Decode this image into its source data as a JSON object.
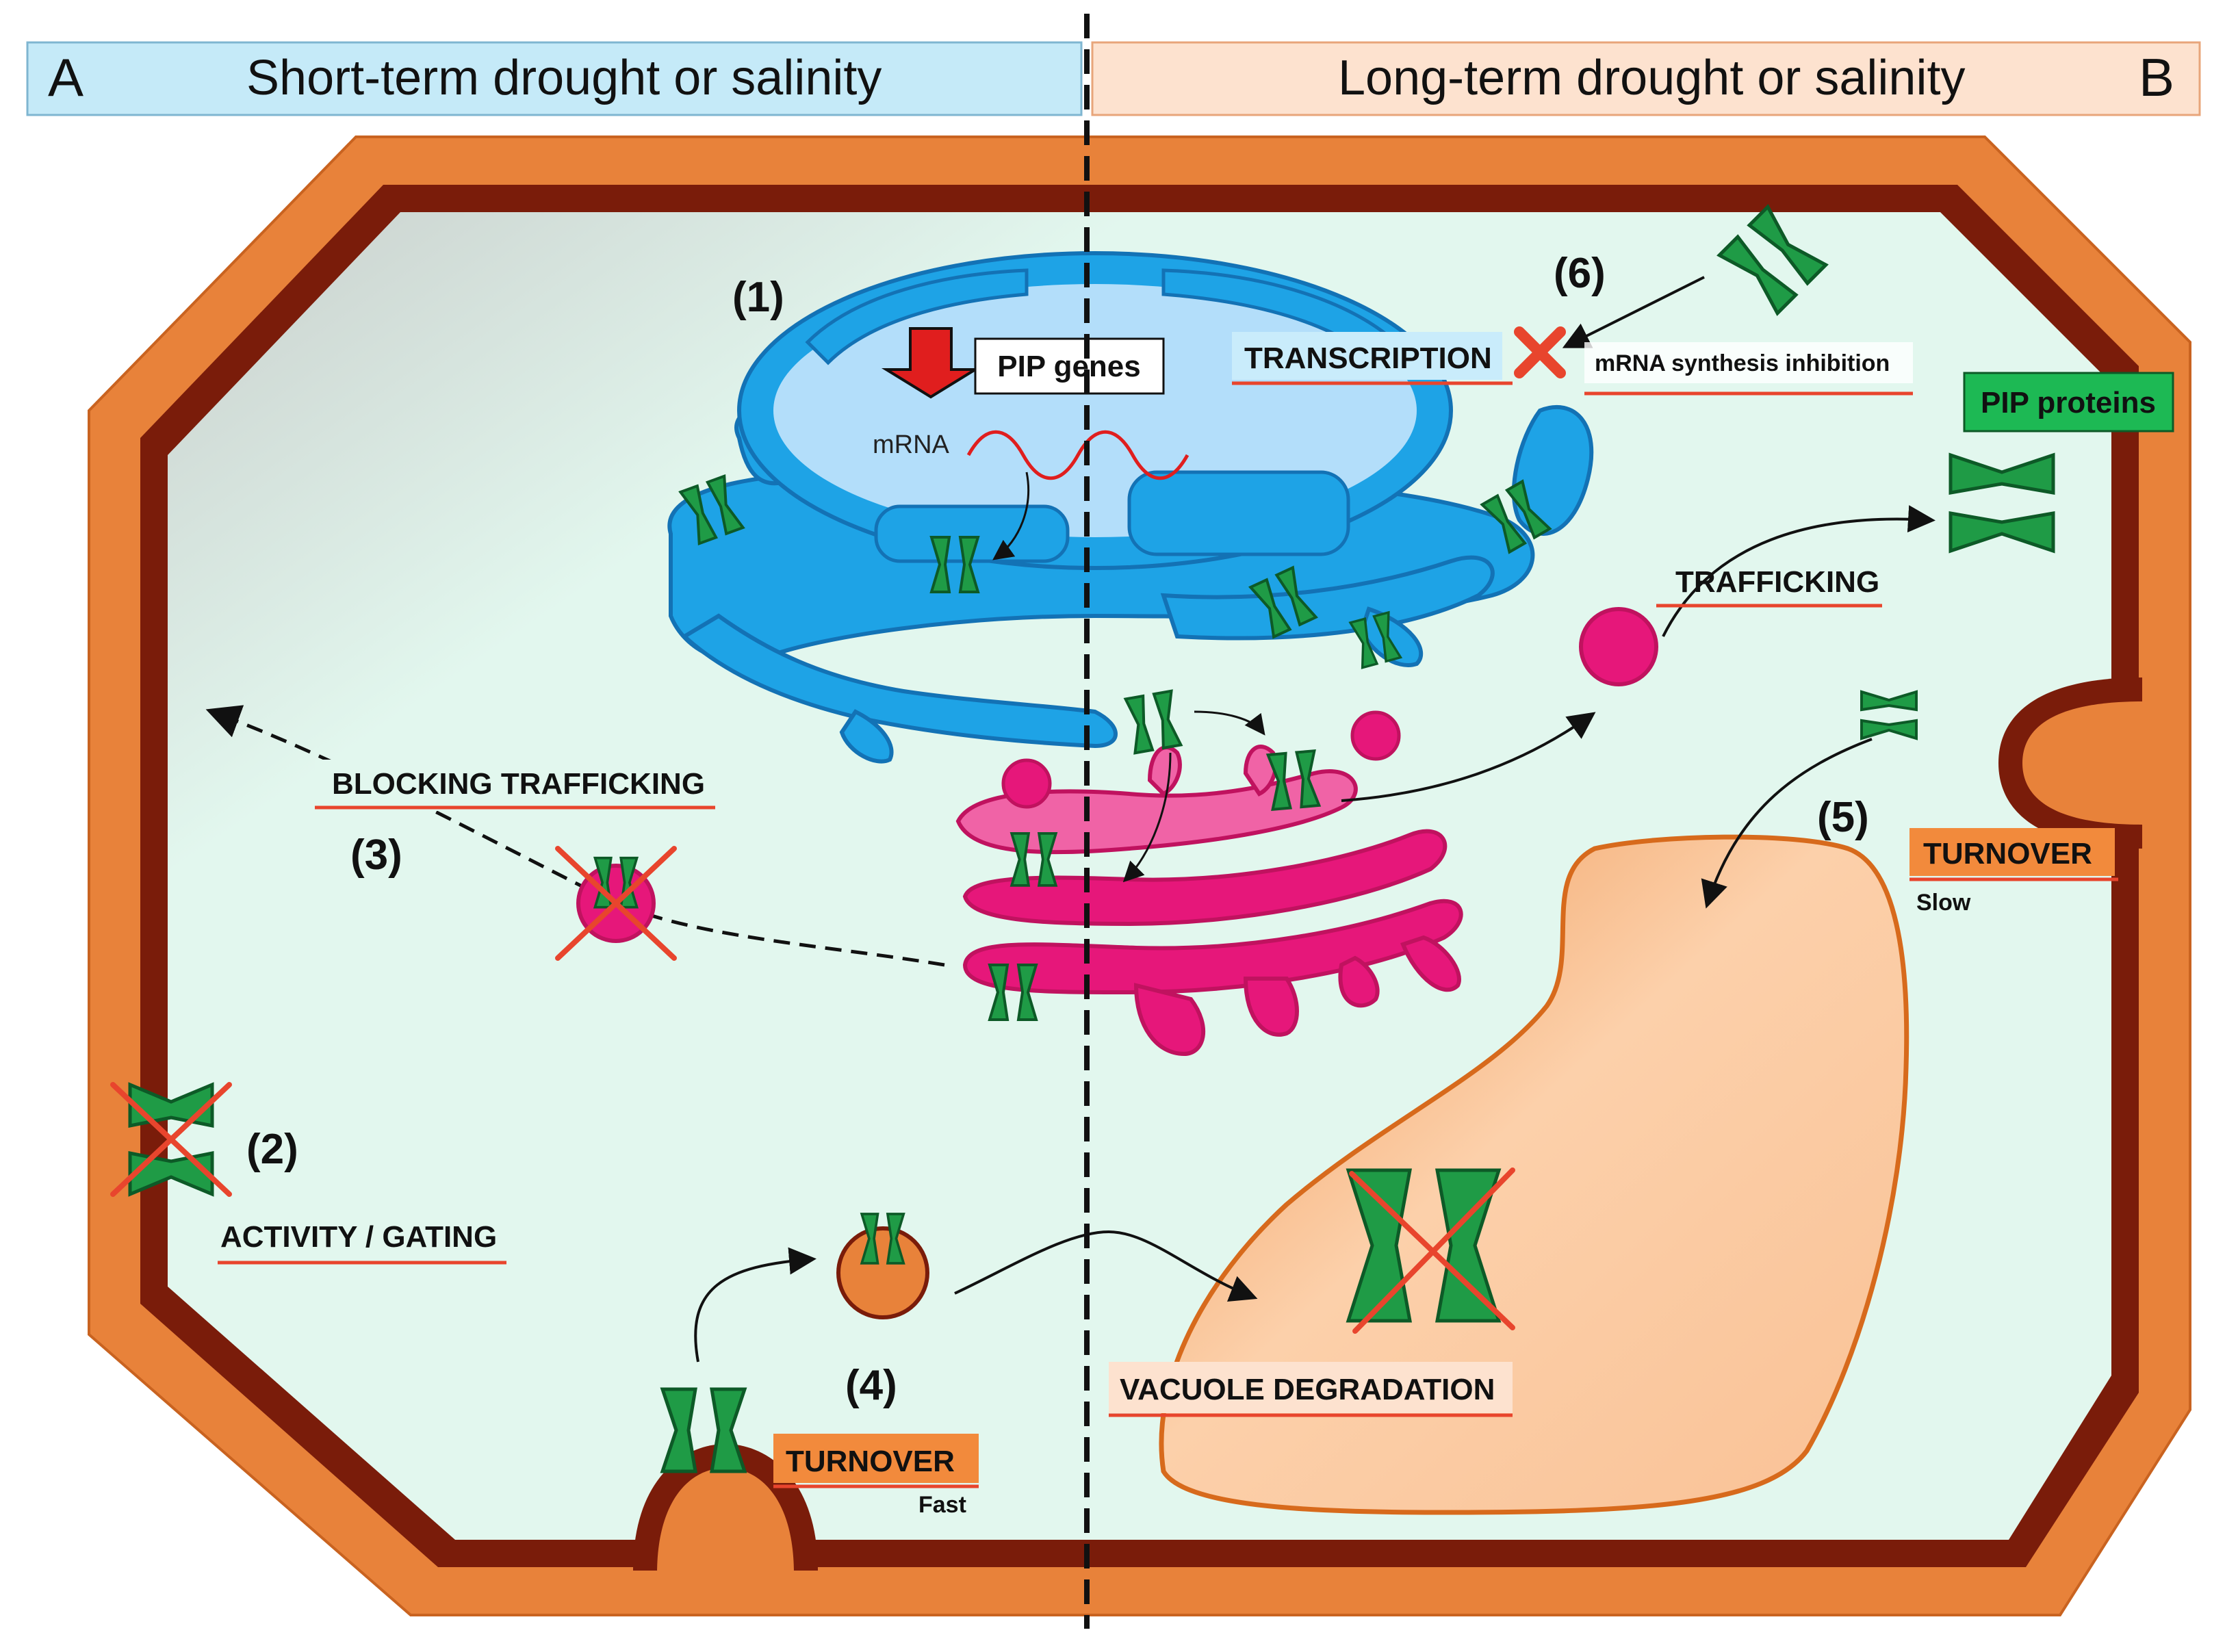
{
  "headers": {
    "left_letter": "A",
    "left_title": "Short-term drought or salinity",
    "right_title": "Long-term drought or salinity",
    "right_letter": "B"
  },
  "steps": {
    "s1": "(1)",
    "s2": "(2)",
    "s3": "(3)",
    "s4": "(4)",
    "s5": "(5)",
    "s6": "(6)"
  },
  "labels": {
    "pip_genes": "PIP genes",
    "mrna": "mRNA",
    "transcription": "TRANSCRIPTION",
    "mrna_inhibition": "mRNA synthesis inhibition",
    "pip_proteins": "PIP proteins",
    "trafficking": "TRAFFICKING",
    "blocking_trafficking": "BLOCKING TRAFFICKING",
    "turnover_slow": "TURNOVER",
    "slow": "Slow",
    "activity_gating": "ACTIVITY / GATING",
    "turnover_fast": "TURNOVER",
    "fast": "Fast",
    "vacuole_degradation": "VACUOLE DEGRADATION"
  },
  "colors": {
    "left_header_bg": "#c5eaf8",
    "right_header_bg": "#fde2cf",
    "cell_wall": "#e8823a",
    "membrane": "#7a1c0a",
    "cytoplasm": "#e2f7ee",
    "nucleus": "#b3defa",
    "er": "#1ea3e6",
    "golgi": "#e6177a",
    "vacuole": "#f9c195",
    "aquaporin": "#1f9b46",
    "pip_label_bg": "#1db954",
    "inhibition_red": "#e8452d",
    "underline": "#e8452d"
  }
}
